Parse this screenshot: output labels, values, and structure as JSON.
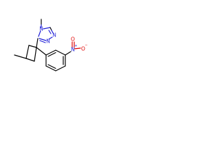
{
  "molecule": {
    "atoms": {
      "triazole_n4": {
        "symbol": "N"
      },
      "triazole_n1": {
        "symbol": "N"
      },
      "triazole_n2": {
        "symbol": "N"
      },
      "nitro_n": {
        "symbol": "N",
        "charge": "+"
      },
      "nitro_o_single": {
        "symbol": "O",
        "charge": "−"
      },
      "nitro_o_double": {
        "symbol": "O"
      }
    },
    "colors": {
      "carbon_bond": "#000000",
      "nitrogen": "#1f1fd8",
      "oxygen": "#e00000",
      "background": "#ffffff"
    }
  }
}
